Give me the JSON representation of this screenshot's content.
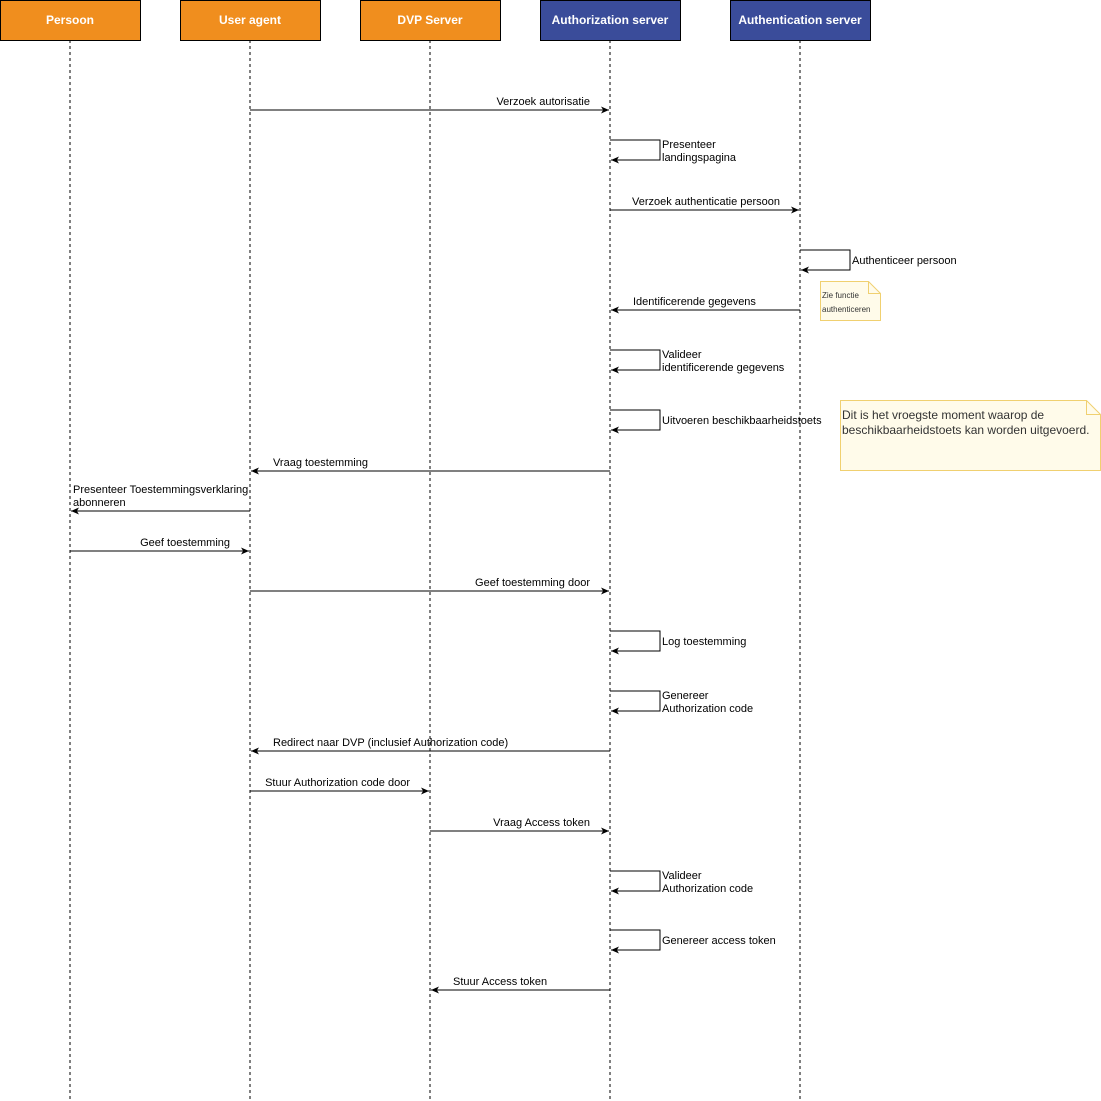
{
  "colors": {
    "orange": "#F08E1E",
    "blue": "#3A4C9A",
    "note_fill": "#FFFBEA",
    "note_stroke": "#F0D070",
    "line": "#000000"
  },
  "actors": [
    {
      "id": "persoon",
      "label": "Persoon",
      "color": "orange"
    },
    {
      "id": "user-agent",
      "label": "User agent",
      "color": "orange"
    },
    {
      "id": "dvp-server",
      "label": "DVP Server",
      "color": "orange"
    },
    {
      "id": "authorization-server",
      "label": "Authorization server",
      "color": "blue"
    },
    {
      "id": "authentication-server",
      "label": "Authentication server",
      "color": "blue"
    }
  ],
  "messages": [
    {
      "from": 1,
      "to": 3,
      "lines": [
        "Verzoek autorisatie"
      ]
    },
    {
      "self": 3,
      "lines": [
        "Presenteer",
        "landingspagina"
      ]
    },
    {
      "from": 3,
      "to": 4,
      "lines": [
        "Verzoek authenticatie persoon"
      ]
    },
    {
      "self": 4,
      "lines": [
        "Authenticeer persoon"
      ]
    },
    {
      "from": 4,
      "to": 3,
      "lines": [
        "Identificerende gegevens"
      ]
    },
    {
      "self": 3,
      "lines": [
        "Valideer",
        "identificerende gegevens"
      ]
    },
    {
      "self": 3,
      "lines": [
        "Uitvoeren beschikbaarheidstoets"
      ]
    },
    {
      "from": 3,
      "to": 1,
      "lines": [
        "Vraag toestemming"
      ]
    },
    {
      "from": 1,
      "to": 0,
      "lines": [
        "Presenteer Toestemmingsverklaring",
        "abonneren"
      ]
    },
    {
      "from": 0,
      "to": 1,
      "lines": [
        "Geef toestemming"
      ]
    },
    {
      "from": 1,
      "to": 3,
      "lines": [
        "Geef toestemming door"
      ]
    },
    {
      "self": 3,
      "lines": [
        "Log toestemming"
      ]
    },
    {
      "self": 3,
      "lines": [
        "Genereer",
        "Authorization code"
      ]
    },
    {
      "from": 3,
      "to": 1,
      "lines": [
        "Redirect naar DVP (inclusief Authorization code)"
      ]
    },
    {
      "from": 1,
      "to": 2,
      "lines": [
        "Stuur Authorization code door"
      ]
    },
    {
      "from": 2,
      "to": 3,
      "lines": [
        "Vraag Access token"
      ]
    },
    {
      "self": 3,
      "lines": [
        "Valideer",
        "Authorization code"
      ]
    },
    {
      "self": 3,
      "lines": [
        "Genereer access token"
      ]
    },
    {
      "from": 3,
      "to": 2,
      "lines": [
        "Stuur Access token"
      ]
    }
  ],
  "notes": [
    {
      "lines": [
        "Zie functie",
        "authenticeren"
      ]
    },
    {
      "lines": [
        "Dit is het vroegste moment waarop de",
        "beschikbaarheidstoets kan worden uitgevoerd."
      ]
    }
  ]
}
